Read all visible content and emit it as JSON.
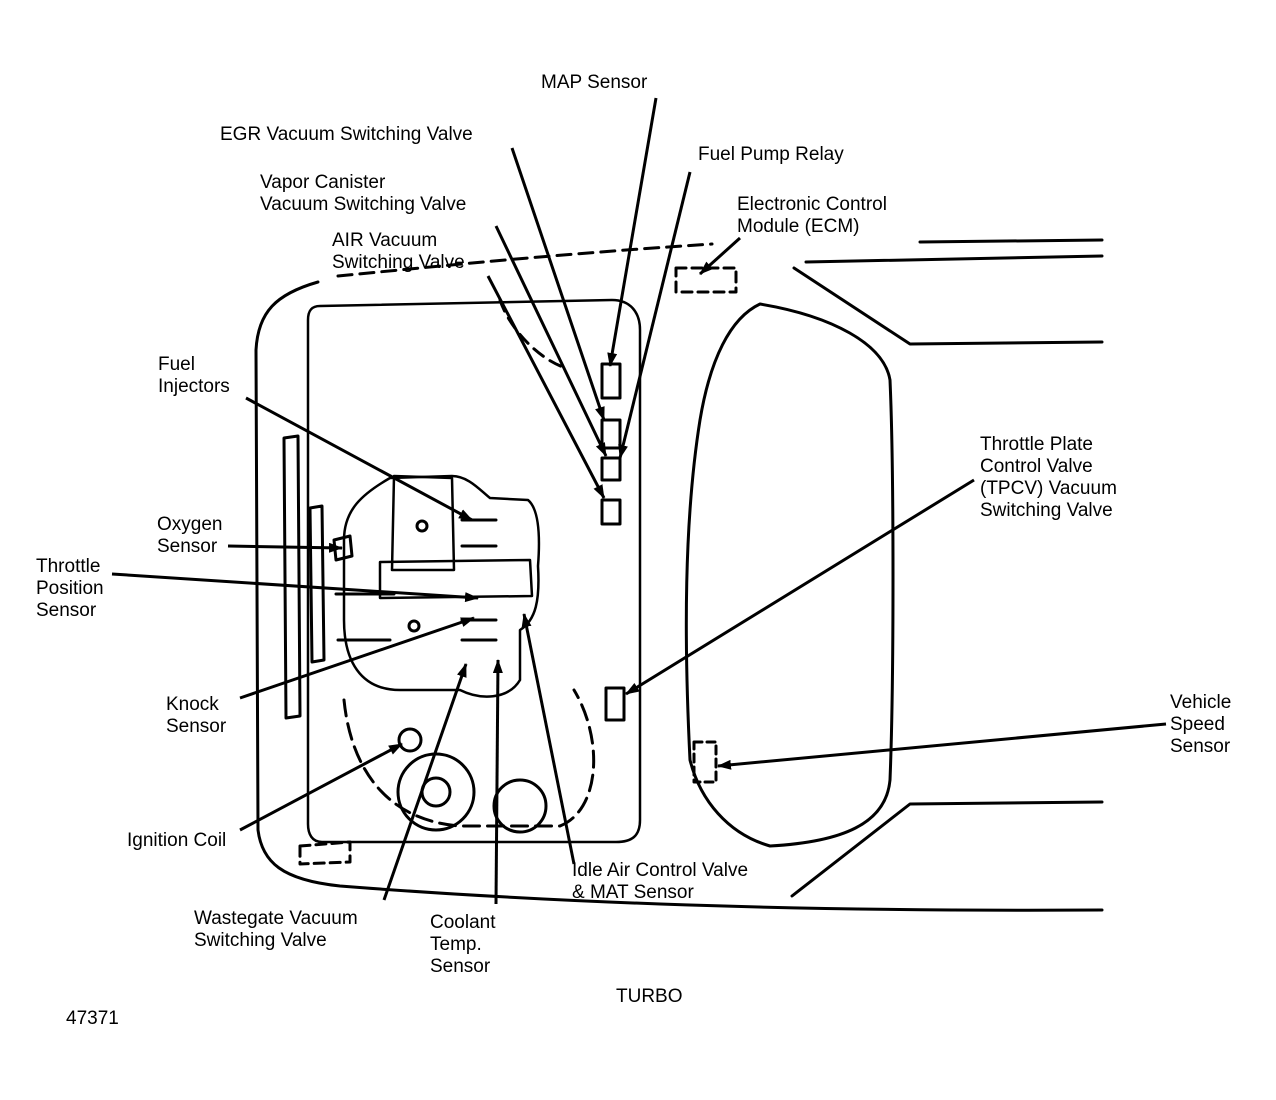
{
  "labels": {
    "map_sensor": [
      "MAP Sensor"
    ],
    "egr_valve": [
      "EGR Vacuum Switching Valve"
    ],
    "fuel_pump_relay": [
      "Fuel Pump Relay"
    ],
    "vapor_canister_valve": [
      "Vapor Canister",
      "Vacuum Switching Valve"
    ],
    "ecm": [
      "Electronic Control",
      "Module (ECM)"
    ],
    "air_valve": [
      "AIR Vacuum",
      "Switching Valve"
    ],
    "fuel_injectors": [
      "Fuel",
      "Injectors"
    ],
    "tpcv_valve": [
      "Throttle Plate",
      "Control Valve",
      "(TPCV) Vacuum",
      "Switching Valve"
    ],
    "oxygen_sensor": [
      "Oxygen",
      "Sensor"
    ],
    "throttle_position_sensor": [
      "Throttle",
      "Position",
      "Sensor"
    ],
    "knock_sensor": [
      "Knock",
      "Sensor"
    ],
    "vehicle_speed_sensor": [
      "Vehicle",
      "Speed",
      "Sensor"
    ],
    "ignition_coil": [
      "Ignition Coil"
    ],
    "idle_air_control_valve": [
      "Idle Air Control Valve",
      "& MAT Sensor"
    ],
    "wastegate_valve": [
      "Wastegate Vacuum",
      "Switching Valve"
    ],
    "coolant_temp_sensor": [
      "Coolant",
      "Temp.",
      "Sensor"
    ]
  },
  "caption": "TURBO",
  "figure_number": "47371"
}
